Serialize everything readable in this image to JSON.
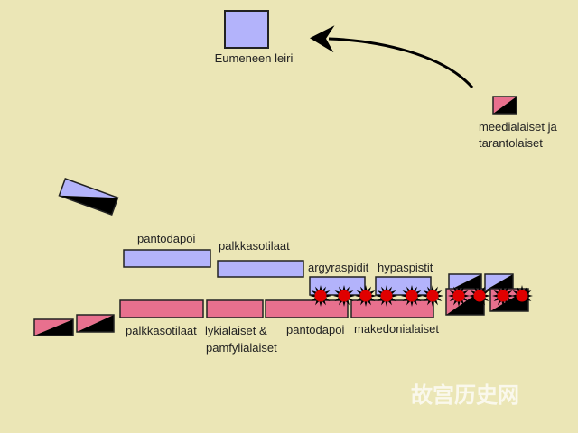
{
  "labels": {
    "camp": "Eumeneen leiri",
    "medes_line1": "meedialaiset ja",
    "medes_line2": "tarantolaiset",
    "blue_pantodapoi": "pantodapoi",
    "blue_mercenaries": "palkkasotilaat",
    "argyraspids": "argyraspidit",
    "hypaspists": "hypaspistit",
    "pink_mercenaries": "palkkasotilaat",
    "lycians_line1": "lykialaiset &",
    "lycians_line2": "pamfylialaiset",
    "pink_pantodapoi": "pantodapoi",
    "macedonians": "makedonialaiset"
  },
  "watermark": "故宫历史网",
  "colors": {
    "background": "#ebe6b6",
    "blue_army": "#b3b3fb",
    "pink_army": "#e8708e",
    "clash": "#e00000"
  }
}
